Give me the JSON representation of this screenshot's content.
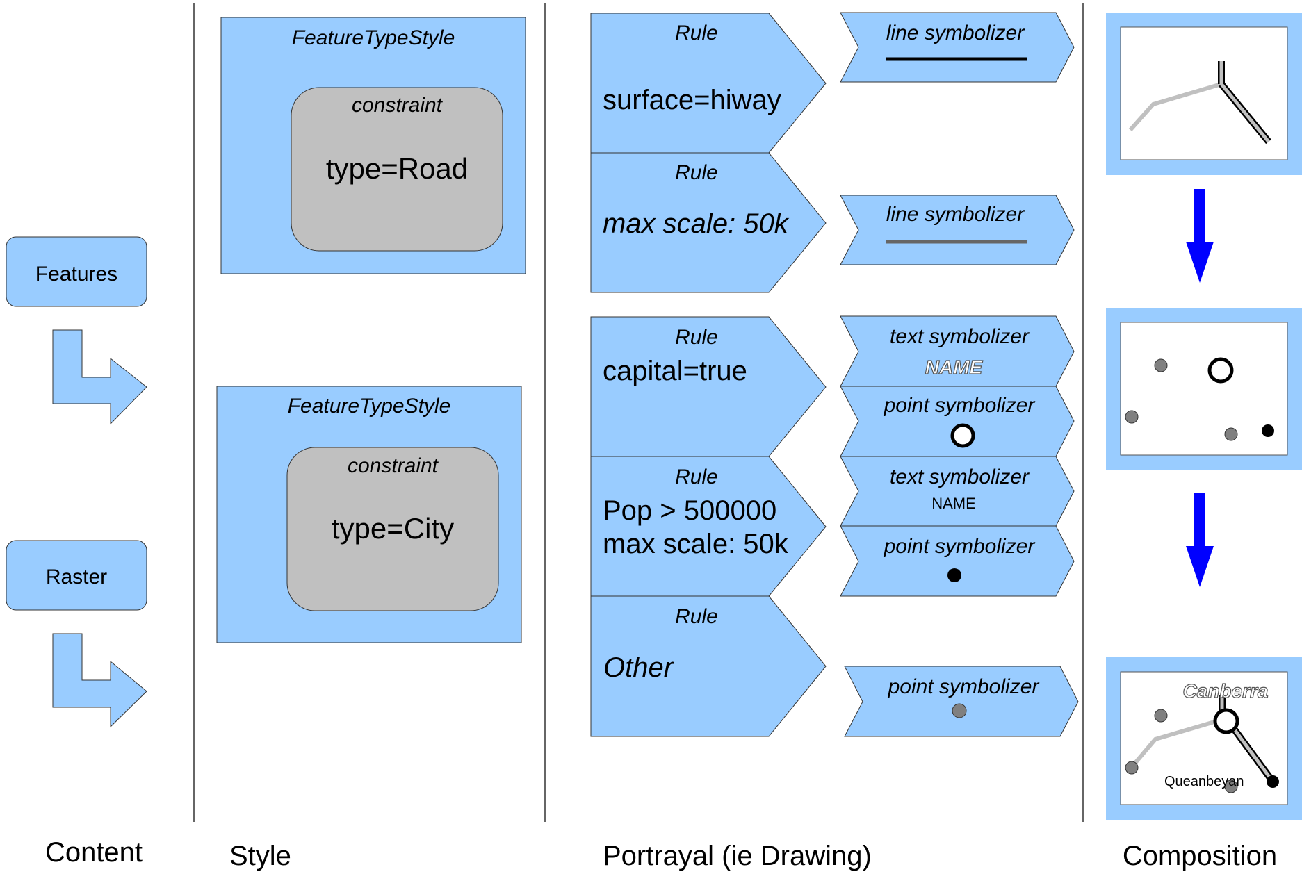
{
  "content": {
    "features_label": "Features",
    "raster_label": "Raster"
  },
  "style": {
    "road_fts": {
      "title": "FeatureTypeStyle",
      "constraint_title": "constraint",
      "constraint_value": "type=Road"
    },
    "city_fts": {
      "title": "FeatureTypeStyle",
      "constraint_title": "constraint",
      "constraint_value": "type=City"
    }
  },
  "rules": [
    {
      "title": "Rule",
      "lines": [
        "surface=hiway"
      ]
    },
    {
      "title": "Rule",
      "lines": [
        "max scale: 50k"
      ]
    },
    {
      "title": "Rule",
      "lines": [
        "capital=true"
      ]
    },
    {
      "title": "Rule",
      "lines": [
        "Pop > 500000",
        "max scale: 50k"
      ]
    },
    {
      "title": "Rule",
      "lines": [
        "Other"
      ]
    }
  ],
  "symbolizers": [
    {
      "label": "line symbolizer"
    },
    {
      "label": "line symbolizer"
    },
    {
      "label": "text symbolizer",
      "sample": "NAME"
    },
    {
      "label": "point symbolizer"
    },
    {
      "label": "text symbolizer",
      "sample": "NAME"
    },
    {
      "label": "point symbolizer"
    },
    {
      "label": "point symbolizer"
    }
  ],
  "composition": {
    "label_canberra": "Canberra",
    "label_queanbeyan": "Queanbeyan"
  },
  "footer": {
    "content": "Content",
    "style": "Style",
    "portrayal": "Portrayal (ie Drawing)",
    "composition": "Composition"
  },
  "colors": {
    "box_fill": "#99ccff",
    "constraint_fill": "#c0c0c0",
    "arrow_blue": "#0000ff",
    "dark_line": "#000000",
    "grey_line": "#666666"
  }
}
